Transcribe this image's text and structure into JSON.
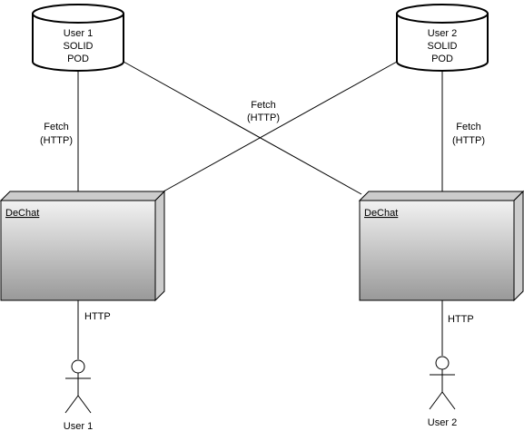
{
  "pods": [
    {
      "lines": [
        "User 1",
        "SOLID",
        "POD"
      ]
    },
    {
      "lines": [
        "User 2",
        "SOLID",
        "POD"
      ]
    }
  ],
  "nodes": [
    {
      "label": "DeChat"
    },
    {
      "label": "DeChat"
    }
  ],
  "users": [
    {
      "label": "User 1"
    },
    {
      "label": "User 2"
    }
  ],
  "edge_labels": {
    "fetch_left": [
      "Fetch",
      "(HTTP)"
    ],
    "fetch_center": [
      "Fetch",
      "(HTTP)"
    ],
    "fetch_right": [
      "Fetch",
      "(HTTP)"
    ],
    "http_left": "HTTP",
    "http_right": "HTTP"
  },
  "colors": {
    "node_gradient_top": "#f2f2f2",
    "node_gradient_bottom": "#999999",
    "node_side": "#cccccc",
    "stroke": "#000000"
  }
}
